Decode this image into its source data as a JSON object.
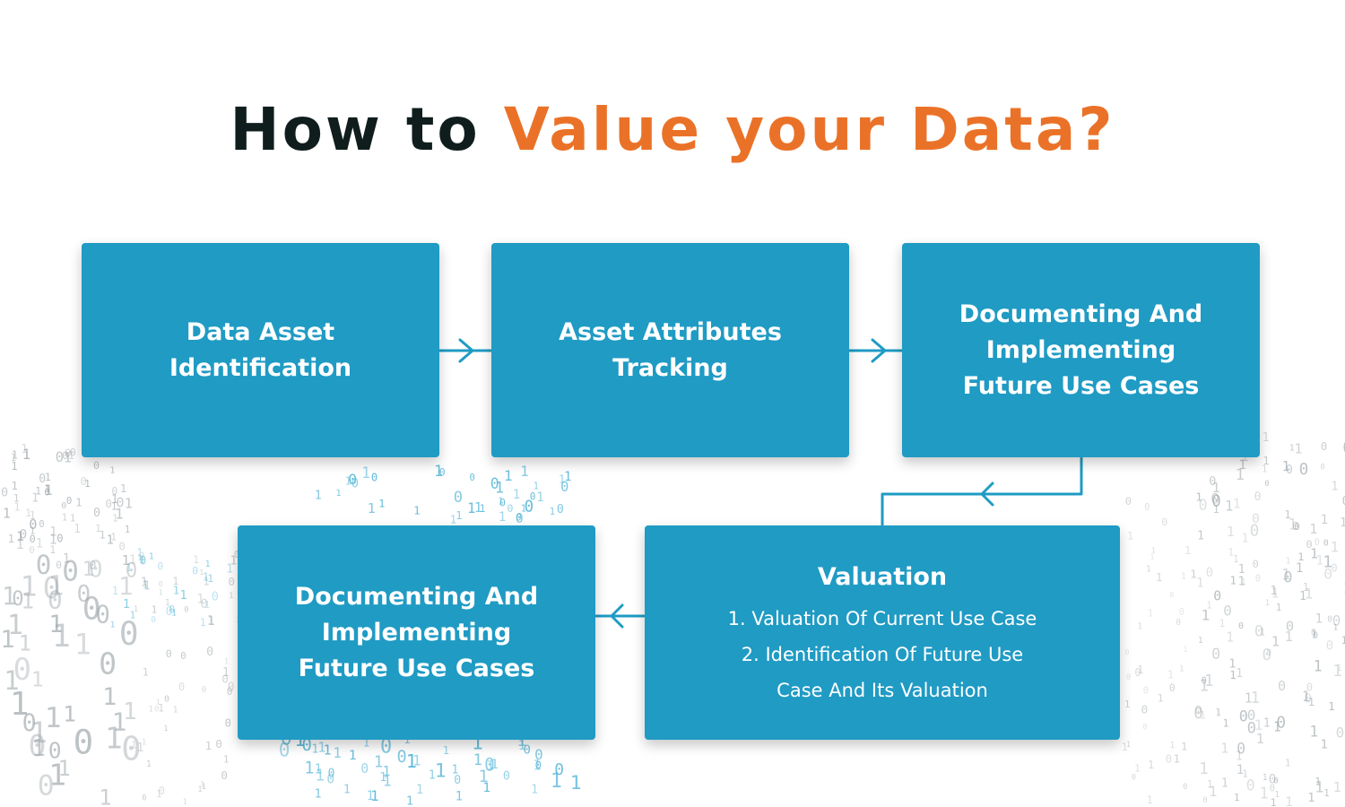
{
  "title": {
    "prefix": "How to ",
    "accent": "Value your Data?"
  },
  "colors": {
    "title_text": "#0f1d1d",
    "title_accent": "#ea7228",
    "box_fill": "#1f9bc4",
    "connector": "#1f9bc4",
    "box_text": "#ffffff"
  },
  "steps": [
    {
      "title": "Data Asset\nIdentification"
    },
    {
      "title": "Asset Attributes\nTracking"
    },
    {
      "title": "Documenting And\nImplementing\nFuture Use Cases"
    },
    {
      "title": "Valuation",
      "items": [
        "1. Valuation Of Current Use Case",
        "2. Identification Of Future Use\nCase And Its Valuation"
      ]
    },
    {
      "title": "Documenting And\nImplementing\nFuture Use Cases"
    }
  ],
  "background": {
    "pattern": "binary-digits",
    "pattern_glyphs": "1 0 1 1 0 1 0 0 1 1 1 0 1 0 0 1 1 0 1 1"
  }
}
